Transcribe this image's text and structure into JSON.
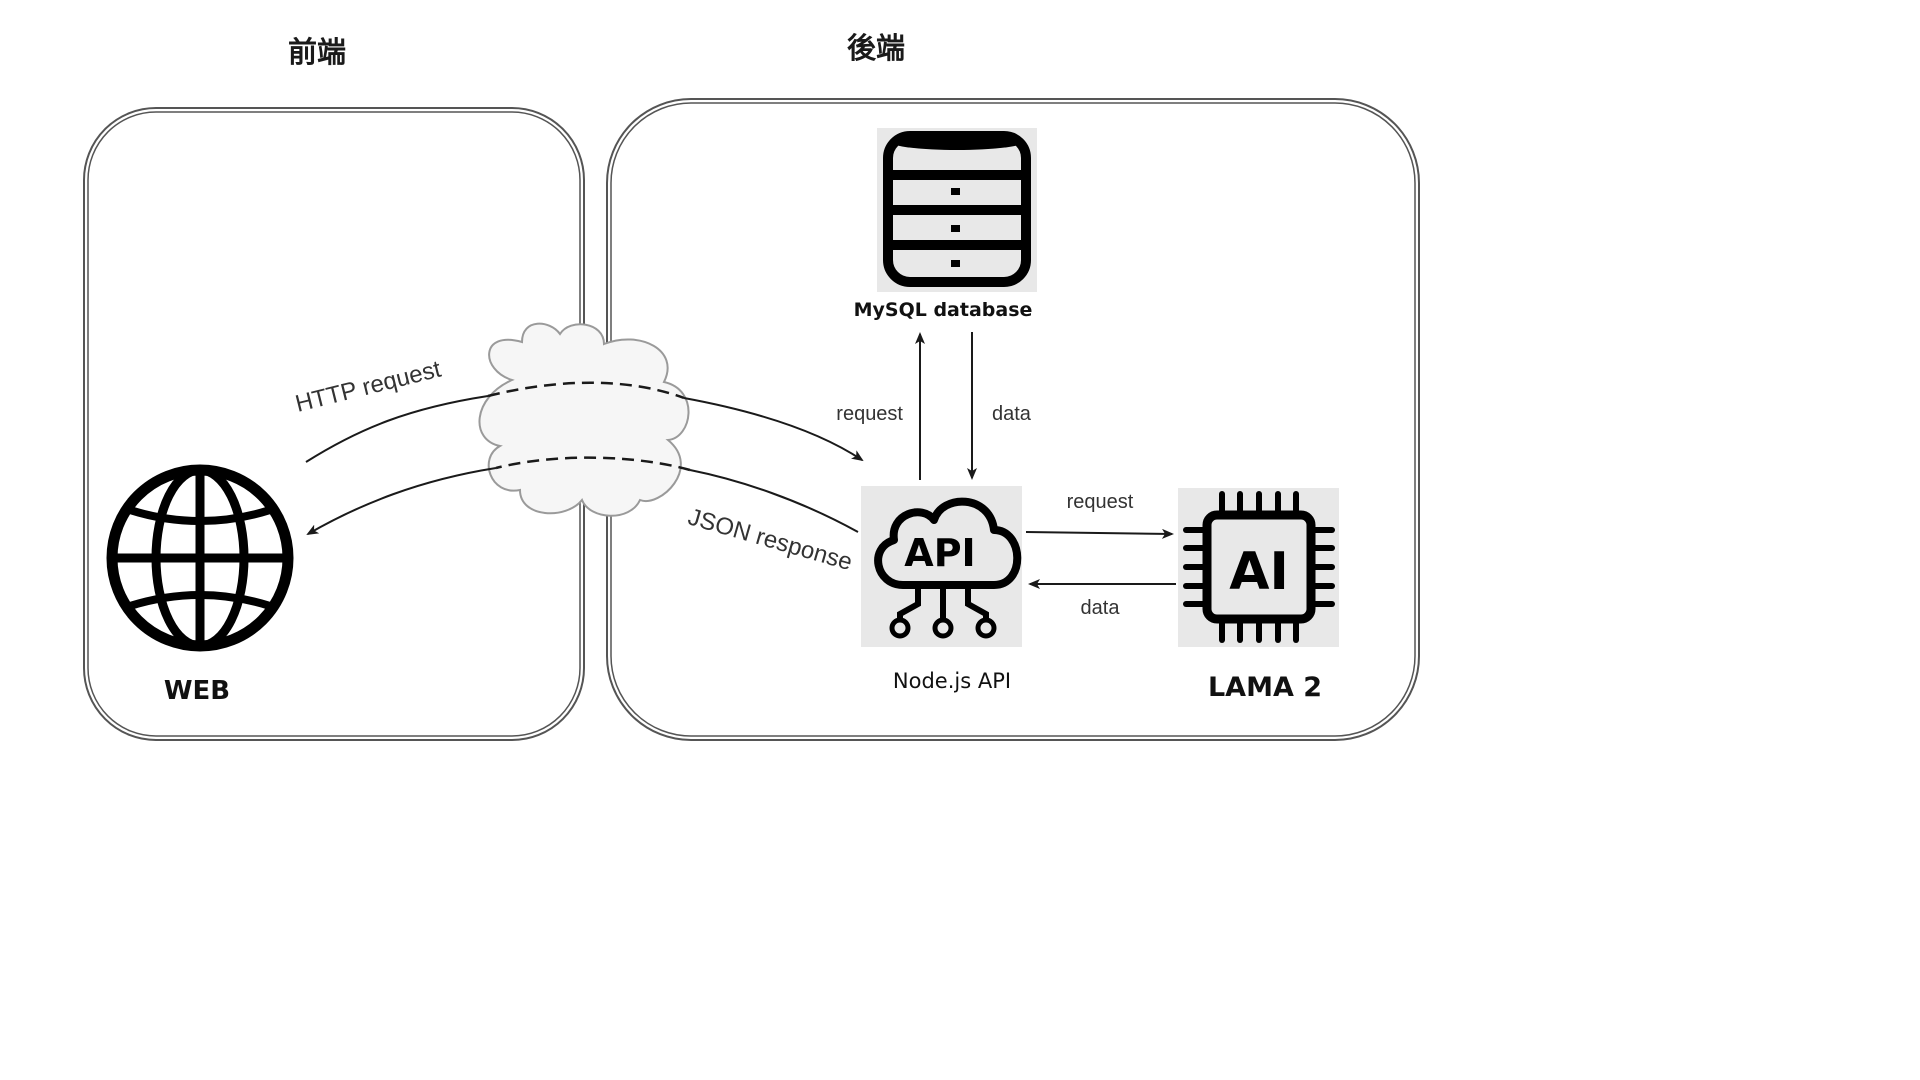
{
  "sections": {
    "frontend": {
      "title": "前端"
    },
    "backend": {
      "title": "後端"
    }
  },
  "nodes": {
    "web": {
      "label": "WEB",
      "icon": "globe-icon"
    },
    "mysql": {
      "label": "MySQL database",
      "icon": "database-icon"
    },
    "api": {
      "label": "Node.js API",
      "icon": "cloud-api-icon",
      "icon_text": "API"
    },
    "ai": {
      "label": "LAMA 2",
      "icon": "ai-chip-icon",
      "icon_text": "AI"
    },
    "internet": {
      "icon": "cloud-icon"
    }
  },
  "edges": {
    "http_request": "HTTP request",
    "json_response": "JSON response",
    "api_to_db": "request",
    "db_to_api": "data",
    "api_to_ai": "request",
    "ai_to_api": "data"
  },
  "colors": {
    "stroke": "#1a1a1a",
    "box_stroke": "#444444",
    "icon_bg": "#e8e8e8",
    "cloud_fill": "#f6f6f6",
    "cloud_stroke": "#9a9a9a"
  }
}
